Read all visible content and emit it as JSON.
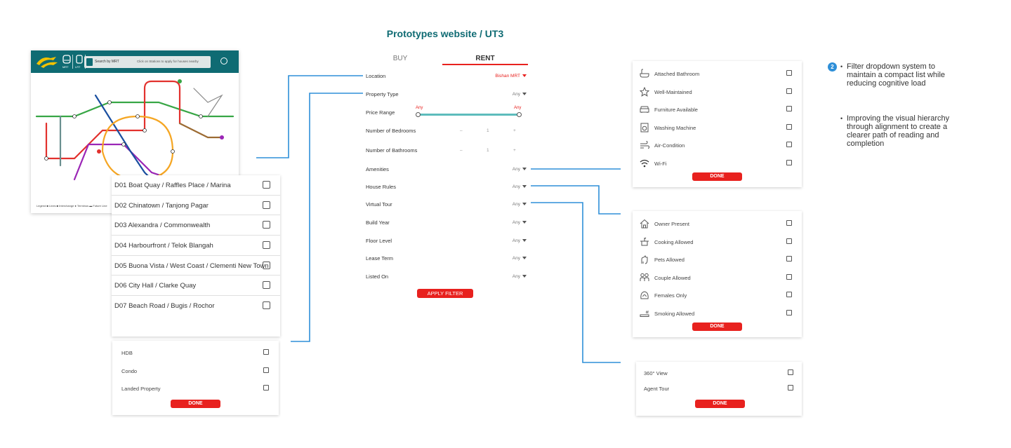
{
  "page": {
    "title": "Prototypes website / UT3"
  },
  "mrt_map": {
    "mrt_label": "MRT",
    "lrt_label": "LRT",
    "search_placeholder": "Search by MRT",
    "search_hint": "Click on Stations to apply for houses nearby",
    "legend": "Legend   ■ Lines   ■ Interchange   ● Terminus   ▬ Future Line"
  },
  "districts": [
    "D01 Boat Quay / Raffles Place / Marina",
    "D02 Chinatown / Tanjong Pagar",
    "D03 Alexandra / Commonwealth",
    "D04 Harbourfront / Telok Blangah",
    "D05 Buona Vista / West Coast / Clementi New Town",
    "D06 City Hall / Clarke Quay",
    "D07 Beach Road / Bugis / Rochor"
  ],
  "property_types": {
    "items": [
      "HDB",
      "Condo",
      "Landed Property"
    ],
    "done_label": "DONE"
  },
  "filter": {
    "tabs": {
      "buy": "BUY",
      "rent": "RENT",
      "active": "RENT"
    },
    "location": {
      "label": "Location",
      "value": "Bishan MRT"
    },
    "property_type": {
      "label": "Property Type",
      "value": "Any"
    },
    "price_range": {
      "label": "Price Range",
      "min_label": "Any",
      "max_label": "Any"
    },
    "bedrooms": {
      "label": "Number of Bedrooms",
      "minus": "–",
      "value": "1",
      "plus": "+"
    },
    "bathrooms": {
      "label": "Number of Bathrooms",
      "minus": "–",
      "value": "1",
      "plus": "+"
    },
    "amenities": {
      "label": "Amenities",
      "value": "Any"
    },
    "house_rules": {
      "label": "House Rules",
      "value": "Any"
    },
    "virtual_tour": {
      "label": "Virtual Tour",
      "value": "Any"
    },
    "build_year": {
      "label": "Build Year",
      "value": "Any"
    },
    "floor_level": {
      "label": "Floor Level",
      "value": "Any"
    },
    "lease_term": {
      "label": "Lease Term",
      "value": "Any"
    },
    "listed_on": {
      "label": "Listed On",
      "value": "Any"
    },
    "apply_label": "APPLY FILTER"
  },
  "amenities_card": {
    "items": [
      {
        "label": "Attached Bathroom",
        "icon": "bathtub-icon"
      },
      {
        "label": "Well-Maintained",
        "icon": "star-icon"
      },
      {
        "label": "Furniture Available",
        "icon": "sofa-icon"
      },
      {
        "label": "Washing Machine",
        "icon": "washing-machine-icon"
      },
      {
        "label": "Air-Condition",
        "icon": "wind-icon"
      },
      {
        "label": "Wi-Fi",
        "icon": "wifi-icon"
      }
    ],
    "done_label": "DONE"
  },
  "house_rules_card": {
    "items": [
      {
        "label": "Owner Present",
        "icon": "house-icon"
      },
      {
        "label": "Cooking Allowed",
        "icon": "pot-icon"
      },
      {
        "label": "Pets Allowed",
        "icon": "pet-icon"
      },
      {
        "label": "Couple Allowed",
        "icon": "couple-icon"
      },
      {
        "label": "Females Only",
        "icon": "female-icon"
      },
      {
        "label": "Smoking Allowed",
        "icon": "cigarette-icon"
      }
    ],
    "done_label": "DONE"
  },
  "virtual_tour_card": {
    "items": [
      "360° View",
      "Agent Tour"
    ],
    "done_label": "DONE"
  },
  "notes": {
    "badge": "2",
    "points": [
      "Filter dropdown system to maintain a compact list while reducing cognitive load",
      "Improving the visual hierarchy through alignment to create a clearer path of reading and completion"
    ]
  },
  "colors": {
    "teal": "#0f6b73",
    "accent_red": "#e8211e",
    "connector_blue": "#2e8fd8",
    "slider": "#5dbcbc"
  }
}
